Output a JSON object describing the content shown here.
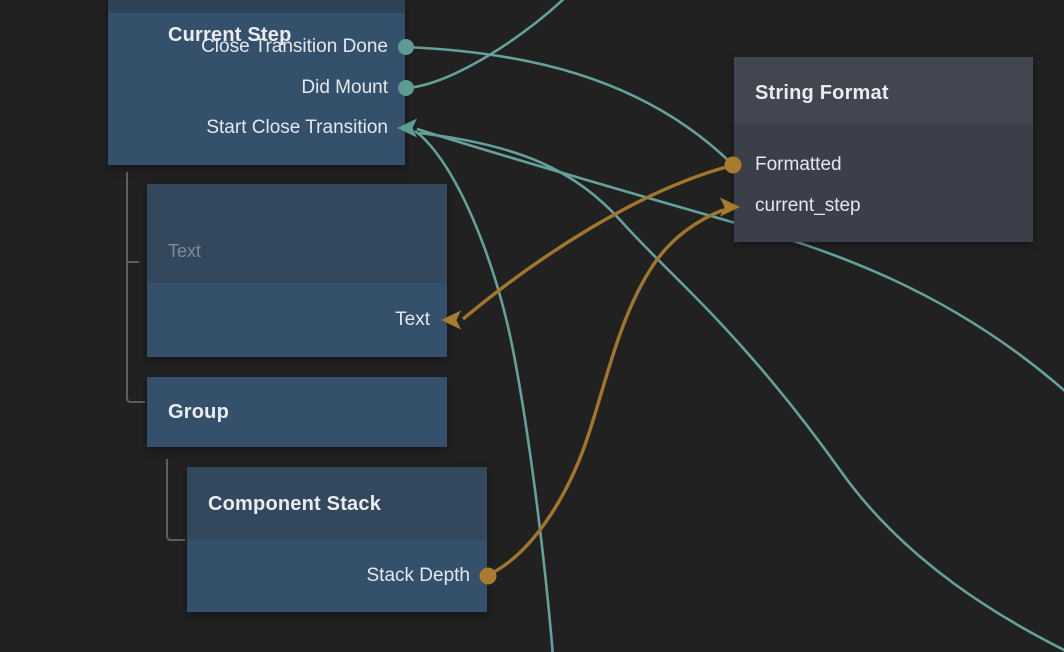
{
  "app": {
    "description": "Node graph editor canvas (visual programming patch view)",
    "background_color": "#212122"
  },
  "colors": {
    "signal_wire": "#64a19a",
    "data_wire": "#a1762c",
    "blue_node_header": "#33485d",
    "blue_node_body": "#35506b",
    "blue_node_top_strip": "#2e4356",
    "gray_node_header": "#424651",
    "gray_node_body": "#3b3f49",
    "tree_line": "#5e5e5e",
    "title_text": "#e9ecef",
    "port_text": "#e4e8ec",
    "subtitle_text": "#7f8a97"
  },
  "nodes": {
    "top": {
      "title": "",
      "note": "node header scrolled off top of canvas",
      "ports": [
        {
          "label": "Close Transition Done",
          "type": "signal-output"
        },
        {
          "label": "Did Mount",
          "type": "signal-output"
        },
        {
          "label": "Start Close Transition",
          "type": "signal-input"
        }
      ]
    },
    "currentStep": {
      "title": "Current Step",
      "subtitle": "Text",
      "ports": [
        {
          "label": "Text",
          "type": "data-input"
        }
      ]
    },
    "group": {
      "title": "Group",
      "ports": []
    },
    "componentStack": {
      "title": "Component Stack",
      "ports": [
        {
          "label": "Stack Depth",
          "type": "data-output"
        }
      ]
    },
    "stringFormat": {
      "title": "String Format",
      "ports": [
        {
          "label": "Formatted",
          "type": "data-output"
        },
        {
          "label": "current_step",
          "type": "data-input"
        }
      ]
    }
  },
  "connections": [
    {
      "from": "top-node.Close Transition Done",
      "to": "String Format left edge (Formatted row)",
      "type": "signal"
    },
    {
      "from": "top-node.Did Mount",
      "to": "offscreen-top",
      "type": "signal"
    },
    {
      "from": "offscreen-right",
      "to": "top-node.Start Close Transition",
      "type": "signal"
    },
    {
      "from": "offscreen-bottom",
      "to": "top-node.Start Close Transition",
      "type": "signal"
    },
    {
      "from": "offscreen-bottom-right",
      "to": "top-node.Start Close Transition",
      "type": "signal"
    },
    {
      "from": "String Format.Formatted",
      "to": "Current Step.Text",
      "type": "data"
    },
    {
      "from": "Component Stack.Stack Depth",
      "to": "String Format.current_step",
      "type": "data"
    }
  ],
  "hierarchy_note": "gray tree lines link parent node to Current Step, Group, and Group to Component Stack"
}
